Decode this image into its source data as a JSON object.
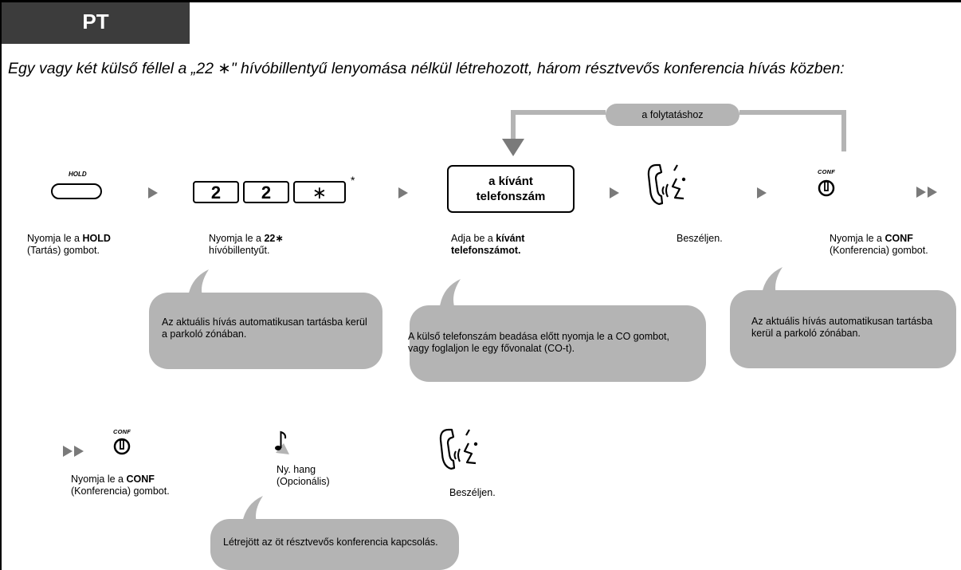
{
  "header": {
    "tab_label": "PT"
  },
  "subtitle": "Egy vagy két külső féllel a „22 ∗\" hívóbillentyű lenyomása nélkül létrehozott, három résztvevős konferencia hívás közben:",
  "continue_label": "a folytatáshoz",
  "steps_row1": {
    "hold": {
      "key_label": "HOLD",
      "desc_pre": "Nyomja le a ",
      "desc_bold": "HOLD",
      "desc_post": "(Tartás) gombot."
    },
    "dial": {
      "keys": [
        "2",
        "2",
        "∗"
      ],
      "footnote": "*",
      "desc_pre": "Nyomja le a ",
      "desc_bold": "22∗",
      "desc_post": "hívóbillentyűt."
    },
    "number": {
      "key_label": "a kívánt telefonszám",
      "desc_pre": "Adja be a ",
      "desc_bold": "kívánt telefonszámot."
    },
    "talk": {
      "desc": "Beszéljen."
    },
    "conf": {
      "key_label": "CONF",
      "desc_pre": "Nyomja le a ",
      "desc_bold": "CONF",
      "desc_post": "(Konferencia) gombot."
    }
  },
  "notes_row1": {
    "note1": "Az aktuális hívás automatikusan tartásba kerül a parkoló zónában.",
    "note2": "A külső telefonszám beadása előtt nyomja le a CO gombot, vagy foglaljon le egy fővonalat (CO-t).",
    "note3": "Az aktuális hívás automatikusan tartásba kerül a parkoló zónában."
  },
  "steps_row2": {
    "conf": {
      "key_label": "CONF",
      "desc_pre": "Nyomja le a ",
      "desc_bold": "CONF",
      "desc_post": "(Konferencia) gombot."
    },
    "tone": {
      "line1": "Ny. hang",
      "line2": "(Opcionális)"
    },
    "talk": {
      "desc": "Beszéljen."
    }
  },
  "notes_row2": {
    "note1": "Létrejött az öt résztvevős konferencia kapcsolás."
  },
  "colors": {
    "tab_bg": "#3c3c3c",
    "bubble_bg": "#b4b4b4",
    "arrow": "#7a7a7a"
  }
}
